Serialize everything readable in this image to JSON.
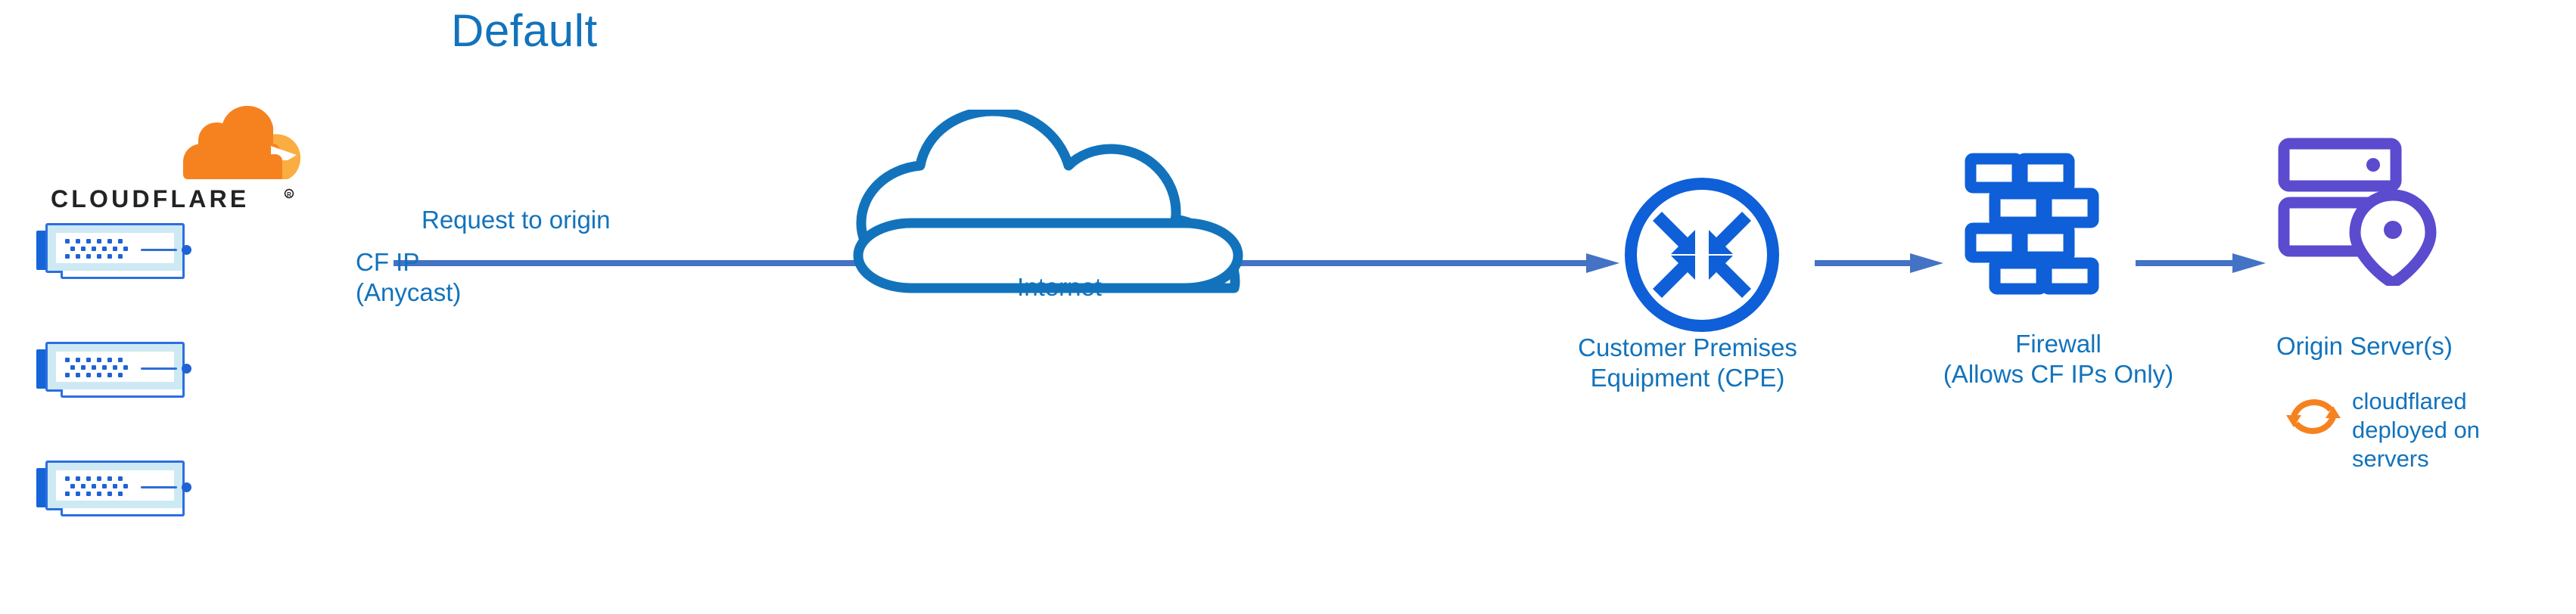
{
  "title": "Default",
  "colors": {
    "title_blue": "#1273BC",
    "label_blue": "#1273BC",
    "arrow_blue": "#4472C4",
    "icon_blue": "#0E5FD8",
    "server_border_blue": "#2C6FE0",
    "server_tab_blue": "#1565D8",
    "server_frame_cyan": "#CDE9F4",
    "cloud_outline_blue": "#1273BC",
    "origin_purple": "#5B4BCF",
    "cloudflare_orange": "#F6821F",
    "cloudflare_orange_light": "#FBAD41",
    "cloudflared_orange": "#F6821F"
  },
  "brand": {
    "logo_name": "cloudflare-logo",
    "wordmark": "CLOUDFLARE",
    "registered_mark": "®"
  },
  "nodes": [
    {
      "id": "cloudflare-edge",
      "icon": "server-stack-icon",
      "server_count": 3,
      "labels": [
        "CF IP",
        "(Anycast)"
      ]
    },
    {
      "id": "internet",
      "icon": "cloud-icon",
      "label": "Internet"
    },
    {
      "id": "cpe",
      "icon": "router-icon",
      "label": "Customer Premises\nEquipment (CPE)"
    },
    {
      "id": "firewall",
      "icon": "brick-wall-icon",
      "label": "Firewall\n(Allows CF IPs Only)"
    },
    {
      "id": "origin",
      "icon": "origin-server-pin-icon",
      "label": "Origin Server(s)",
      "annotation_icon": "sync-refresh-icon",
      "annotation": "cloudflared\ndeployed on\nservers"
    }
  ],
  "flow": {
    "main_label": "Request to origin",
    "arrows": [
      {
        "id": "edge-to-cpe",
        "from": "cloudflare-edge",
        "to": "cpe"
      },
      {
        "id": "cpe-to-firewall",
        "from": "cpe",
        "to": "firewall"
      },
      {
        "id": "firewall-to-origin",
        "from": "firewall",
        "to": "origin"
      }
    ]
  },
  "labels": {
    "cf_ip": "CF IP\n(Anycast)",
    "internet": "Internet",
    "cpe": "Customer Premises\nEquipment (CPE)",
    "firewall": "Firewall\n(Allows CF IPs Only)",
    "origin": "Origin Server(s)",
    "cloudflared": "cloudflared\ndeployed on\nservers",
    "request_to_origin": "Request to origin"
  }
}
